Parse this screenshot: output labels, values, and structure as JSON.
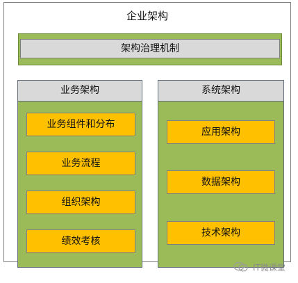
{
  "title": "企业架构",
  "governance": "架构治理机制",
  "business": {
    "header": "业务架构",
    "items": [
      "业务组件和分布",
      "业务流程",
      "组织架构",
      "绩效考核"
    ]
  },
  "system": {
    "header": "系统架构",
    "items": [
      "应用架构",
      "数据架构",
      "技术架构"
    ]
  },
  "watermark": "IT微课堂",
  "colors": {
    "green": "#9bbb59",
    "gray": "#d9d9d9",
    "orange": "#ffc000"
  }
}
